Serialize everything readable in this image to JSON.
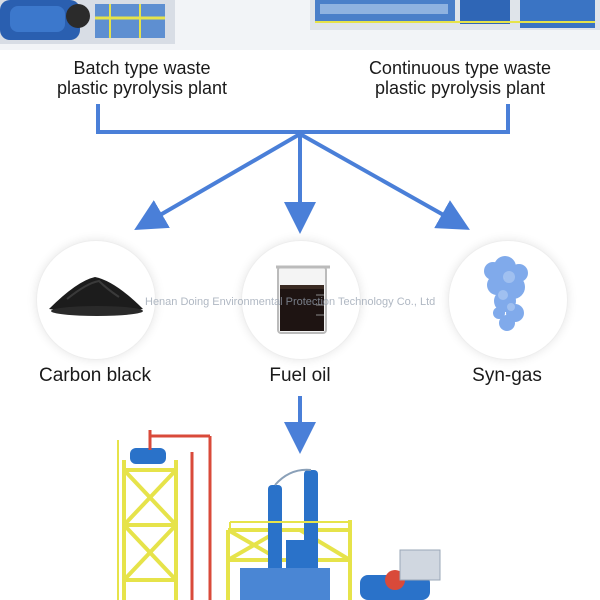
{
  "plants": {
    "batch": "Batch type waste\nplastic pyrolysis plant",
    "continuous": "Continuous type waste\nplastic pyrolysis plant"
  },
  "products": [
    {
      "label": "Carbon black"
    },
    {
      "label": "Fuel oil"
    },
    {
      "label": "Syn-gas"
    }
  ],
  "watermark": "Henan Doing Environmental Protection Technology Co., Ltd",
  "colors": {
    "arrow": "#4a7fd8",
    "syngas": "#6a9ce8",
    "frame_yellow": "#e6e34a",
    "machine_blue": "#2a72c9",
    "pipe_red": "#d94a3a"
  }
}
